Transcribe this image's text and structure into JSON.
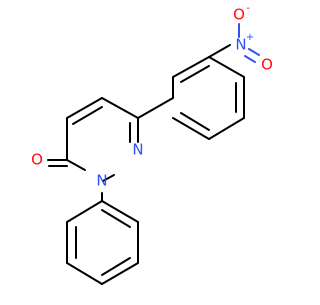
{
  "molecule": {
    "atom_labels": {
      "nitro_nitrogen": "N",
      "nitro_plus": "+",
      "nitro_oxygen_top": "O",
      "nitro_minus": "-",
      "nitro_oxygen_right": "O",
      "ring_nitrogen_1": "N",
      "ring_nitrogen_2": "N",
      "carbonyl_oxygen": "O"
    },
    "colors": {
      "bond": "#000000",
      "nitrogen": "#3050F8",
      "oxygen": "#FF0D0D"
    }
  }
}
